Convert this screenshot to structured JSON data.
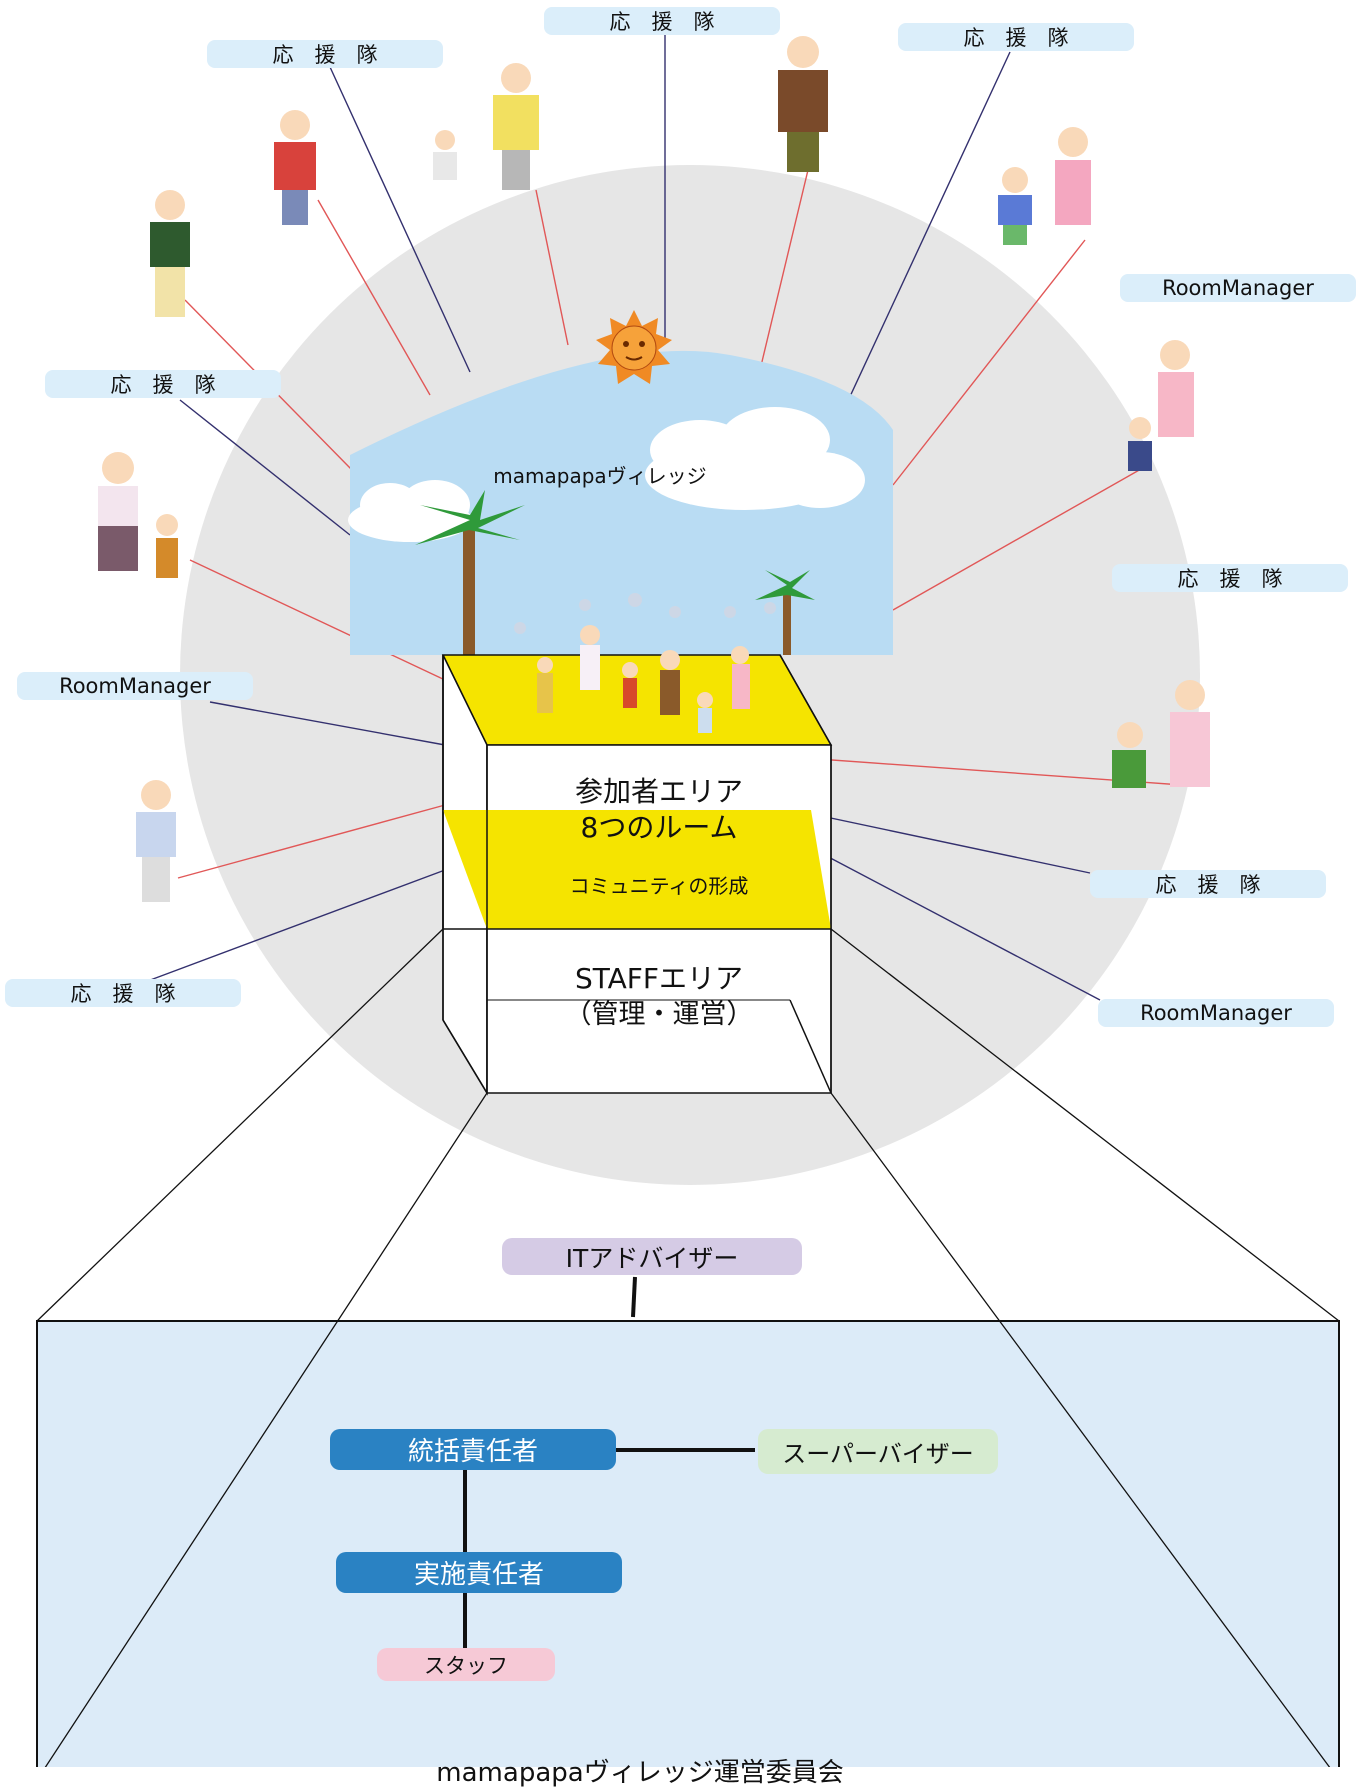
{
  "village": {
    "title": "mamapapaヴィレッジ",
    "participant_area": "参加者エリア",
    "rooms": "8つのルーム",
    "community": "コミュニティの形成",
    "staff_area": "STAFFエリア",
    "staff_sub": "（管理・運営）"
  },
  "supporters": {
    "support_label": "応　援　隊",
    "manager_label": "RoomManager"
  },
  "org": {
    "it_advisor": "ITアドバイザー",
    "general_manager": "統括責任者",
    "supervisor": "スーパーバイザー",
    "executive_manager": "実施責任者",
    "staff": "スタッフ",
    "committee": "mamapapaヴィレッジ運営委員会"
  },
  "colors": {
    "sky": "#b9dcf3",
    "ground": "#f5e400",
    "halo": "#e6e6e6",
    "org_panel": "#dcebf8",
    "org_blue": "#2a82c3",
    "supervisor_green": "#d6ebd0",
    "staff_pink": "#f6c9d6",
    "it_purple": "#d5cbe5"
  }
}
